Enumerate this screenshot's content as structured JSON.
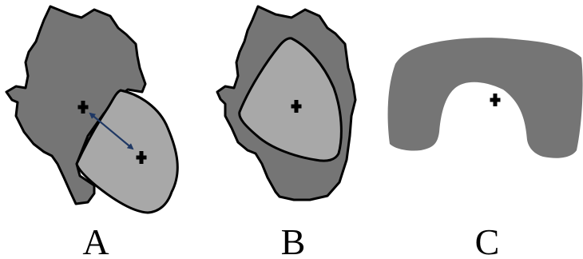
{
  "panels": [
    {
      "label": "A"
    },
    {
      "label": "B"
    },
    {
      "label": "C"
    }
  ],
  "colors": {
    "dark_shape": "#757575",
    "light_shape": "#a8a8a8",
    "outline": "#000000",
    "arrow": "#1f3864",
    "background": "#ffffff"
  },
  "icons": {
    "center_marker": "plus-cross-icon",
    "displacement_arrow": "double-headed-arrow-icon"
  }
}
